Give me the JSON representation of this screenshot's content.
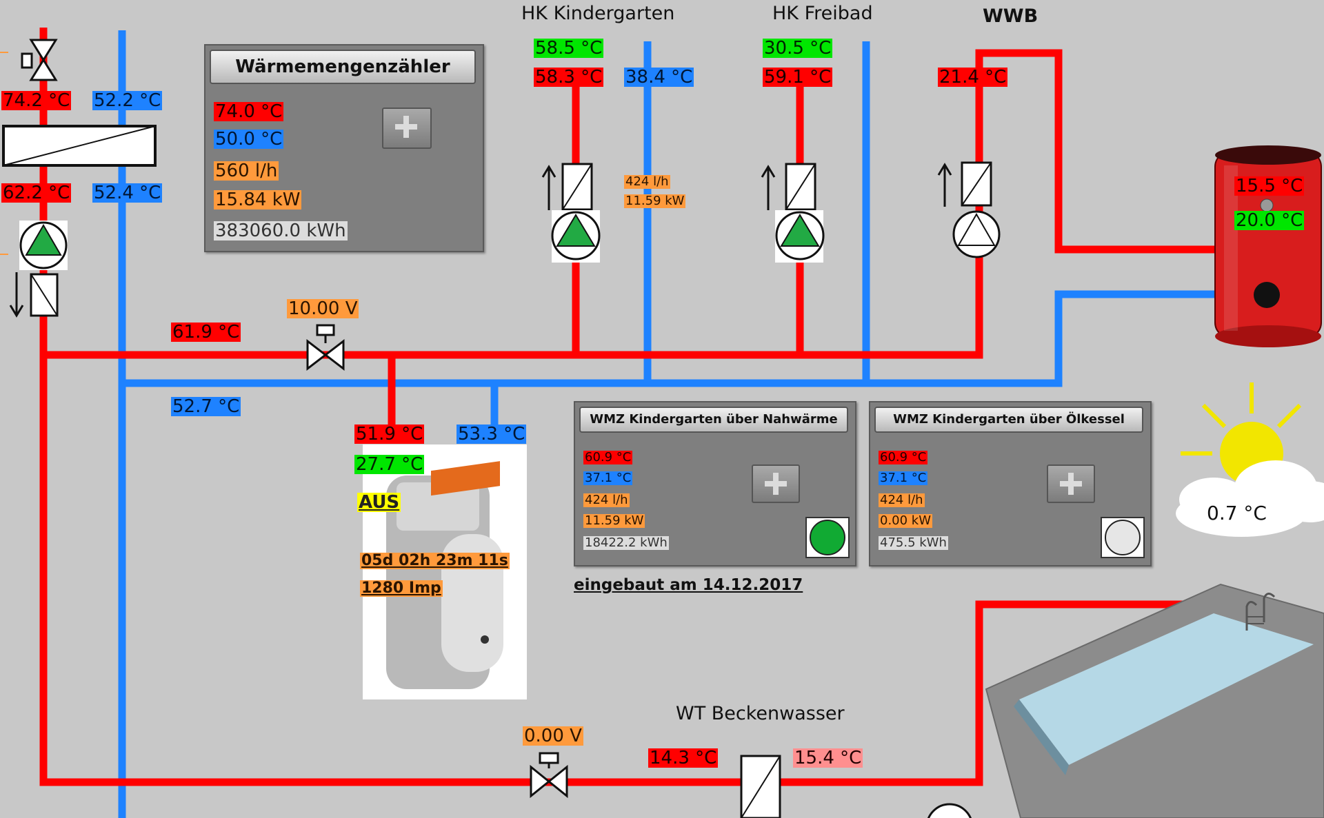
{
  "titles": {
    "hk_kindergarten": "HK Kindergarten",
    "hk_freibad": "HK Freibad",
    "wwb": "WWB",
    "wt_beckenwasser": "WT Beckenwasser"
  },
  "left": {
    "supply_top": "74.2 °C",
    "return_top": "52.2 °C",
    "supply_mid": "62.2 °C",
    "return_mid": "52.4 °C"
  },
  "main_wmz": {
    "title": "Wärmemengenzähler",
    "supply": "74.0 °C",
    "return": "50.0 °C",
    "flow": "560 l/h",
    "power": "15.84 kW",
    "energy": "383060.0 kWh"
  },
  "hk_kindergarten": {
    "supply_top": "58.5 °C",
    "supply": "58.3 °C",
    "return": "38.4 °C",
    "flow": "424 l/h",
    "power": "11.59 kW"
  },
  "hk_freibad": {
    "supply_top": "30.5 °C",
    "supply": "59.1 °C"
  },
  "wwb": {
    "supply": "21.4 °C",
    "tank_top": "15.5 °C",
    "tank_bottom": "20.0 °C"
  },
  "header_pipe": {
    "supply": "61.9 °C",
    "return": "52.7 °C",
    "valve_voltage": "10.00 V"
  },
  "boiler": {
    "supply": "51.9 °C",
    "return": "53.3 °C",
    "temp": "27.7 °C",
    "status": "AUS",
    "runtime": "05d 02h 23m 11s",
    "impulses": "1280 Imp"
  },
  "wmz_nahwaerme": {
    "title": "WMZ Kindergarten über Nahwärme",
    "supply": "60.9 °C",
    "return": "37.1 °C",
    "flow": "424 l/h",
    "power": "11.59 kW",
    "energy": "18422.2 kWh",
    "active": true
  },
  "wmz_oelkessel": {
    "title": "WMZ Kindergarten über Ölkessel",
    "supply": "60.9 °C",
    "return": "37.1 °C",
    "flow": "424 l/h",
    "power": "0.00 kW",
    "energy": "475.5 kWh",
    "active": false
  },
  "install_note": "eingebaut am 14.12.2017",
  "outdoor": {
    "temp": "0.7 °C"
  },
  "pool_circuit": {
    "valve_voltage": "0.00 V",
    "primary": "14.3 °C",
    "secondary": "15.4 °C"
  },
  "colors": {
    "supply": "#ff0000",
    "return": "#1e82ff",
    "pump_on": "#22aa44",
    "background": "#c8c8c8"
  }
}
